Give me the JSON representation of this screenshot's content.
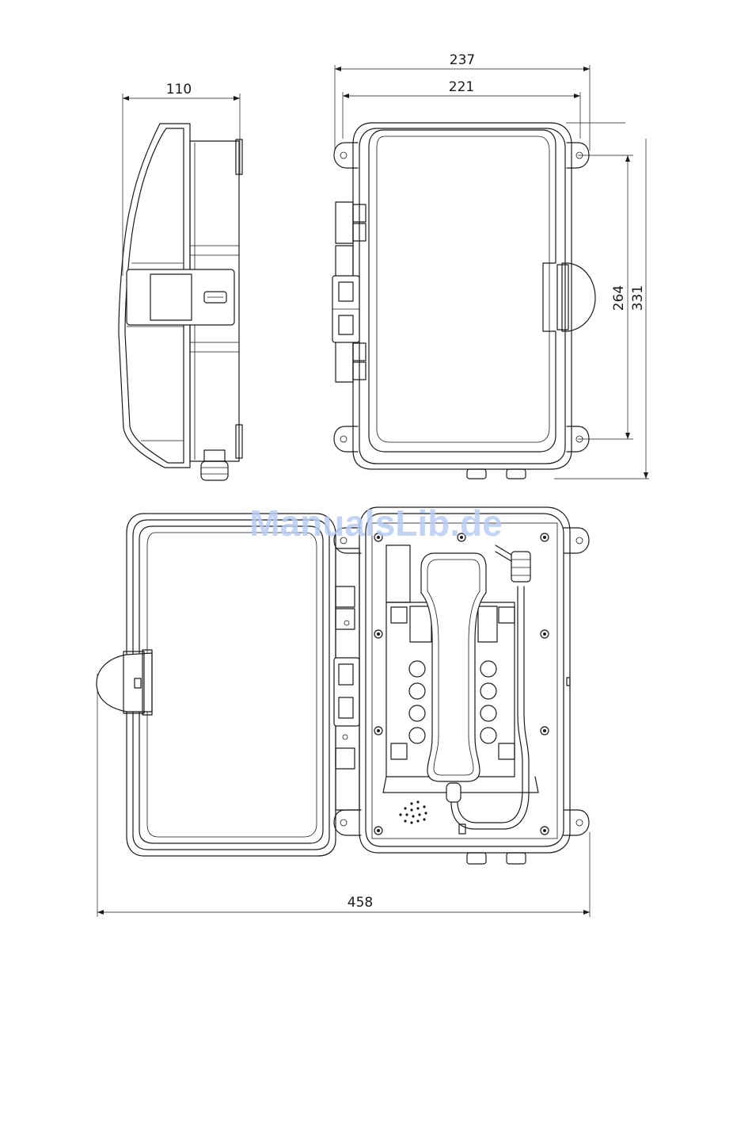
{
  "dimensions": {
    "side_depth": "110",
    "front_outer_width": "237",
    "front_inner_width": "221",
    "front_mount_height": "264",
    "front_total_height": "331",
    "open_total_width": "458"
  },
  "watermark": "ManualsLib.de"
}
